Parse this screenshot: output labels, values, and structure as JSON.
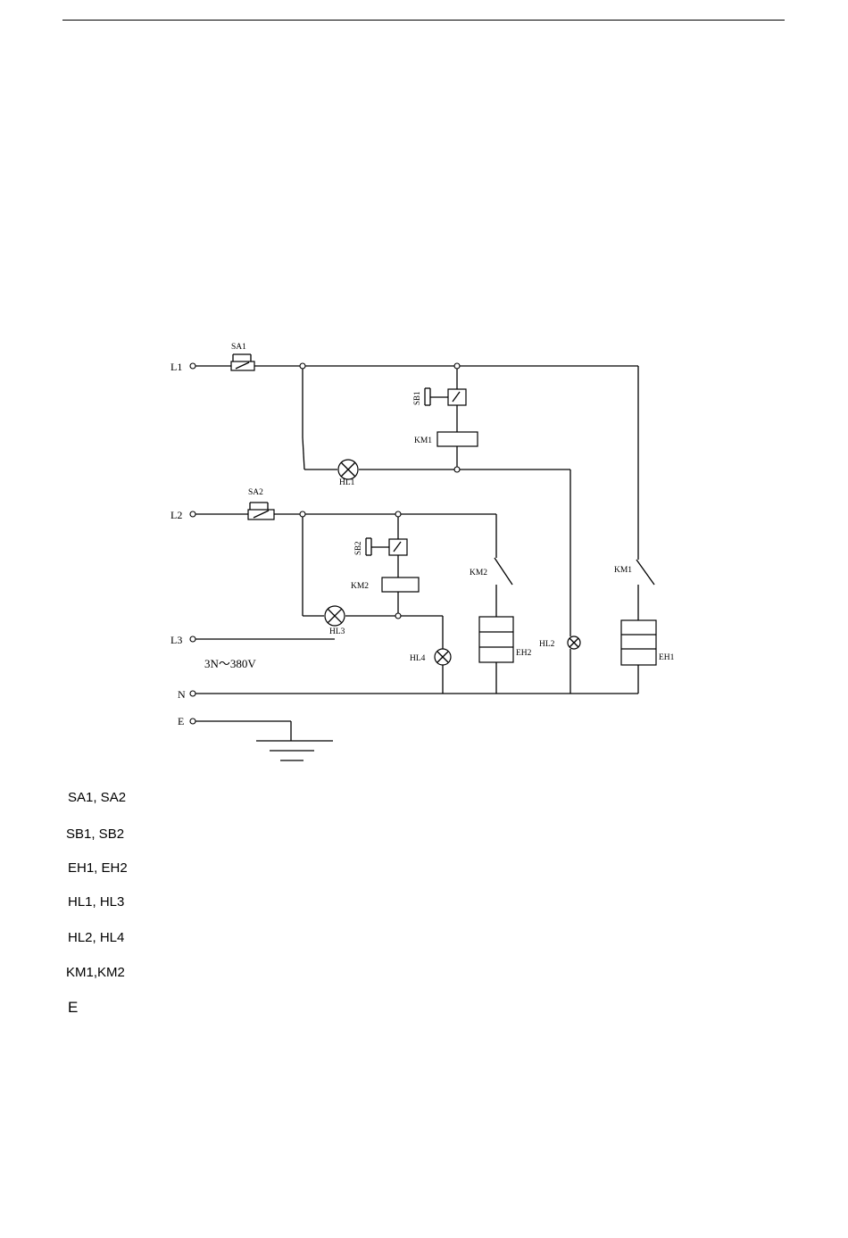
{
  "diagram": {
    "terminals": {
      "l1": "L1",
      "l2": "L2",
      "l3": "L3",
      "n": "N",
      "e": "E"
    },
    "supply": "3N～380V",
    "components": {
      "sa1": "SA1",
      "sa2": "SA2",
      "sb1": "SB1",
      "sb2": "SB2",
      "km1_coil": "KM1",
      "km2_coil": "KM2",
      "km1_contact": "KM1",
      "km2_contact": "KM2",
      "hl1": "HL1",
      "hl2": "HL2",
      "hl3": "HL3",
      "hl4": "HL4",
      "eh1": "EH1",
      "eh2": "EH2"
    }
  },
  "legend": [
    "SA1, SA2",
    "SB1, SB2",
    "EH1, EH2",
    "HL1, HL3",
    "HL2, HL4",
    "KM1,KM2",
    "E"
  ]
}
